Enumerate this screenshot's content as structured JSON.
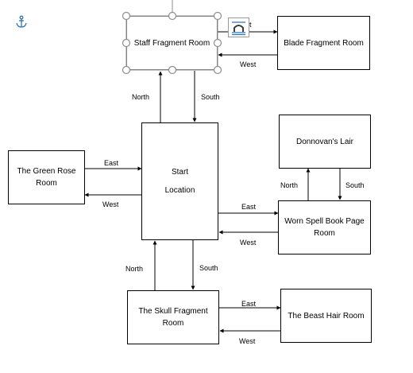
{
  "rooms": {
    "staff": "Staff Fragment Room",
    "blade": "Blade Fragment Room",
    "start_line1": "Start",
    "start_line2": "Location",
    "green_rose": "The Green Rose Room",
    "donnovan": "Donnovan's Lair",
    "worn_spell": "Worn Spell Book Page Room",
    "skull": "The Skull Fragment Room",
    "beast": "The Beast Hair Room"
  },
  "edges": {
    "staff_blade_east": "t",
    "blade_staff_west": "West",
    "start_staff_north": "North",
    "staff_start_south": "South",
    "green_start_east": "East",
    "start_green_west": "West",
    "start_worn_east": "East",
    "worn_start_west": "West",
    "worn_donnovan_north": "North",
    "donnovan_worn_south": "South",
    "skull_start_north": "North",
    "start_skull_south": "South",
    "skull_beast_east": "East",
    "beast_skull_west": "West"
  },
  "icons": {
    "anchor": "anchor-icon",
    "layout_options": "layout-options-icon"
  },
  "colors": {
    "anchor": "#2e74b5",
    "selection": "#8c8c8c",
    "spellcheck": "#d02020"
  }
}
